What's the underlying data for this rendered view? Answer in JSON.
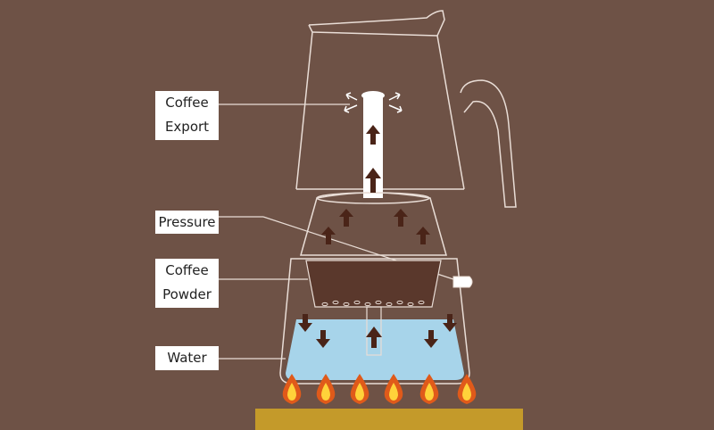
{
  "labels": {
    "coffee_export": {
      "line1": "Coffee",
      "line2": "Export"
    },
    "pressure": "Pressure",
    "coffee_powder": {
      "line1": "Coffee",
      "line2": "Powder"
    },
    "water": "Water"
  },
  "colors": {
    "background": "#6e5246",
    "outline": "#e9ddd6",
    "arrow": "#4a2418",
    "water": "#a7d4ea",
    "coffee_bed": "#5a382c",
    "stove": "#c49a2a",
    "flame_outer": "#e05a1a",
    "flame_inner": "#ffd23a"
  },
  "icons": [
    "flame-icon",
    "arrow-up-icon",
    "arrow-down-icon",
    "steam-arrow-icon"
  ]
}
